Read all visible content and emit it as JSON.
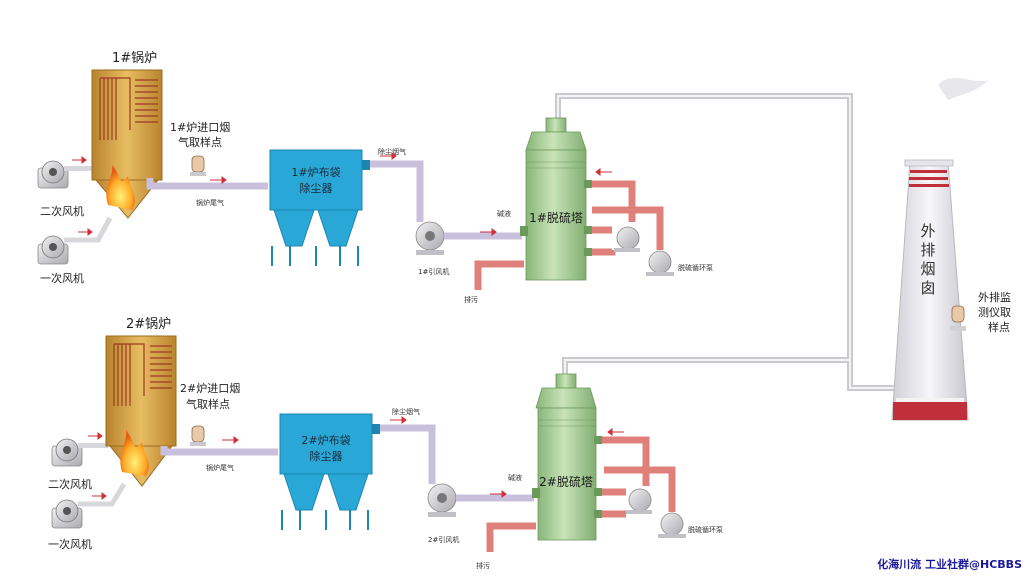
{
  "boiler1": {
    "title": "1#锅炉",
    "sample": [
      "1#炉进口烟",
      "气取样点"
    ],
    "flue_label": "锅炉尾气",
    "fan_secondary": "二次风机",
    "fan_primary": "一次风机",
    "filter": [
      "1#炉布袋",
      "除尘器"
    ],
    "after_filter": "除尘烟气",
    "induced_fan": "1#引风机",
    "tower": "1#脱硫塔",
    "alkali": "碱液",
    "drain": "排污",
    "pump": "脱硫循环泵"
  },
  "boiler2": {
    "title": "2#锅炉",
    "sample": [
      "2#炉进口烟",
      "气取样点"
    ],
    "flue_label": "锅炉尾气",
    "fan_secondary": "二次风机",
    "fan_primary": "一次风机",
    "filter": [
      "2#炉布袋",
      "除尘器"
    ],
    "after_filter": "除尘烟气",
    "induced_fan": "2#引风机",
    "tower": "2#脱硫塔",
    "alkali": "碱液",
    "drain": "排污",
    "pump": "脱硫循环泵"
  },
  "stack": {
    "label": [
      "外",
      "排",
      "烟",
      "囱"
    ],
    "monitor": [
      "外排监",
      "测仪取",
      "样点"
    ]
  },
  "watermark": "化海川流 工业社群@HCBBS",
  "colors": {
    "boiler": "#d9a84a",
    "filter": "#29a8d8",
    "tower": "#a9cf9a",
    "gas_pipe": "#c8c0dc",
    "liquid_pipe": "#e0807a",
    "stack_band": "#c0303a"
  }
}
